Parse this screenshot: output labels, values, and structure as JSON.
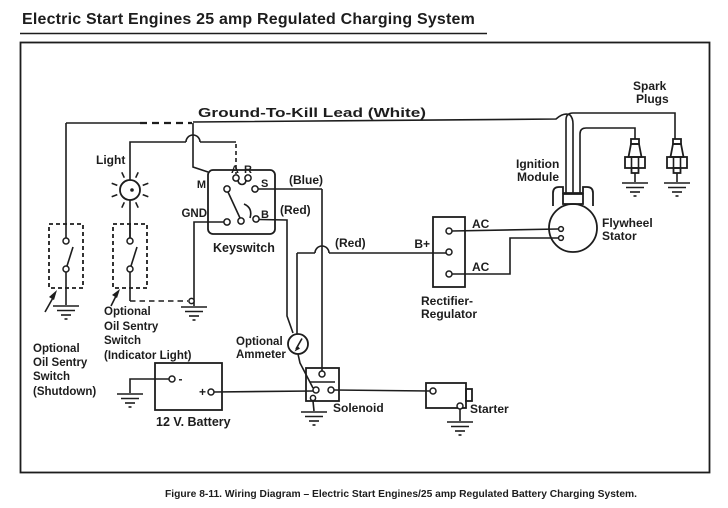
{
  "title": "Electric Start Engines 25 amp Regulated Charging System",
  "caption": "Figure 8-11.  Wiring Diagram – Electric Start Engines/25 amp Regulated Battery Charging System.",
  "colors": {
    "ink": "#1d1d1d",
    "paper": "#ffffff"
  },
  "labels": {
    "ground_to_kill": "Ground-To-Kill Lead  (White)",
    "light": "Light",
    "spark_plugs_1": "Spark",
    "spark_plugs_2": "Plugs",
    "ignition_module_1": "Ignition",
    "ignition_module_2": "Module",
    "flywheel_stator_1": "Flywheel",
    "flywheel_stator_2": "Stator",
    "rectifier_1": "Rectifier-",
    "rectifier_2": "Regulator",
    "ac_top": "AC",
    "ac_bottom": "AC",
    "b_plus": "B+",
    "wire_blue": "(Blue)",
    "wire_red_b": "(Red)",
    "wire_red_bplus": "(Red)",
    "keyswitch": "Keyswitch",
    "term_a": "A",
    "term_r": "R",
    "term_m": "M",
    "term_s": "S",
    "term_gnd": "GND",
    "term_b": "B",
    "ammeter_1": "Optional",
    "ammeter_2": "Ammeter",
    "solenoid": "Solenoid",
    "starter": "Starter",
    "battery": "12 V. Battery",
    "battery_neg": "-",
    "battery_pos": "+",
    "oil_shutdown_1": "Optional",
    "oil_shutdown_2": "Oil Sentry",
    "oil_shutdown_3": "Switch",
    "oil_shutdown_4": "(Shutdown)",
    "oil_indicator_1": "Optional",
    "oil_indicator_2": "Oil Sentry",
    "oil_indicator_3": "Switch",
    "oil_indicator_4": "(Indicator Light)"
  }
}
